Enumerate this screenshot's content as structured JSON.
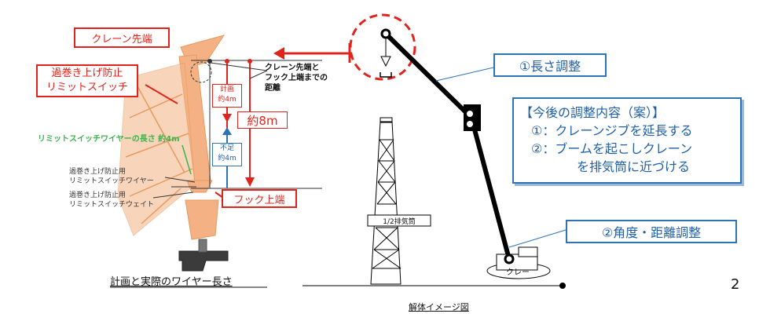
{
  "left_figure": {
    "crane_tip_label": "クレーン先端",
    "limit_switch_label": [
      "過巻き上げ防止",
      "リミットスイッチ"
    ],
    "distance_label": [
      "クレーン先端と",
      "フック上端までの",
      "距離"
    ],
    "plan_label": [
      "計画",
      "約4m"
    ],
    "approx8_label": "約8m",
    "shortage_label": [
      "不足",
      "約4m"
    ],
    "wire_length_label": "リミットスイッチワイヤーの長さ 約4m",
    "wire_label": [
      "過巻き上げ防止用",
      "リミットスイッチワイヤー"
    ],
    "weight_label": [
      "過巻き上げ防止用",
      "リミットスイッチウェイト"
    ],
    "hook_top_label": "フック上端",
    "caption": "計画と実際のワイヤー長さ"
  },
  "right_figure": {
    "length_adjust": "①長さ調整",
    "angle_adjust": "②角度・距離調整",
    "chimney_label": "1/2排気筒",
    "crane_label": "クレー",
    "caption": "解体イメージ図",
    "note_title": "【今後の調整内容（案）】",
    "note_line1": "①：クレーンジブを延長する",
    "note_line2": "②：ブームを起こしクレーン",
    "note_line3": "を排気筒に近づける"
  },
  "page_number": "2",
  "colors": {
    "red": "#e0241b",
    "blue": "#2e74b5",
    "crane_orange": "#f4b183",
    "green_label": "#3cb44b"
  }
}
